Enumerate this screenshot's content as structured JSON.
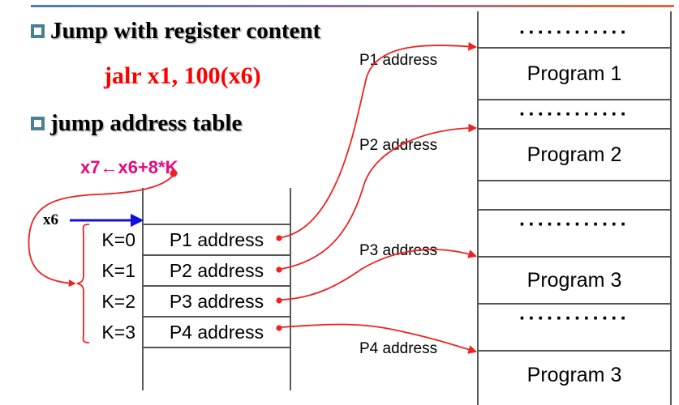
{
  "slide": {
    "title_bullets": [
      {
        "label": "Jump with register content"
      },
      {
        "label": "jump address table"
      }
    ],
    "instruction": "jalr x1, 100(x6)",
    "formula": "x7←x6+8*K",
    "base_register": "x6",
    "accent_colors": {
      "bullet": "#4a7f96",
      "instruction_red": "#ff0000",
      "formula_pink": "#e8097c",
      "arrow_red": "#ee2222",
      "pointer_blue": "#1111dd",
      "table_line": "#555555"
    }
  },
  "jump_table": {
    "index_labels": [
      "K=0",
      "K=1",
      "K=2",
      "K=3"
    ],
    "entries": [
      "P1 address",
      "P2 address",
      "P3 address",
      "P4 address"
    ]
  },
  "mid_labels": [
    "P1 address",
    "P2 address",
    "P3 address",
    "P4 address"
  ],
  "program_memory": {
    "rows": [
      {
        "kind": "gap",
        "text": ""
      },
      {
        "kind": "dots",
        "text": "············"
      },
      {
        "kind": "prog",
        "text": "Program 1"
      },
      {
        "kind": "dots",
        "text": "············"
      },
      {
        "kind": "prog",
        "text": "Program 2"
      },
      {
        "kind": "dots",
        "text": "············"
      },
      {
        "kind": "prog",
        "text": "Program 3"
      },
      {
        "kind": "dots",
        "text": "············"
      },
      {
        "kind": "prog",
        "text": "Program 3"
      }
    ]
  }
}
